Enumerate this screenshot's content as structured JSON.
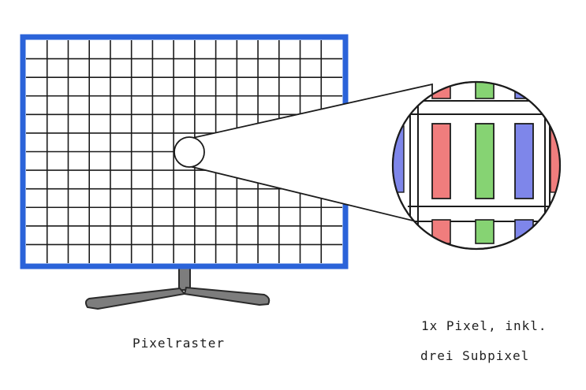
{
  "labels": {
    "left": "Pixelraster",
    "right_line1": "1x Pixel, inkl.",
    "right_line2": "drei Subpixel"
  },
  "colors": {
    "frame": "#2b63d9",
    "grid": "#1b1b1b",
    "stand": "#7d7d7d",
    "subpixel_red": "#f07d7d",
    "subpixel_green": "#86d373",
    "subpixel_blue": "#7e86ea"
  }
}
